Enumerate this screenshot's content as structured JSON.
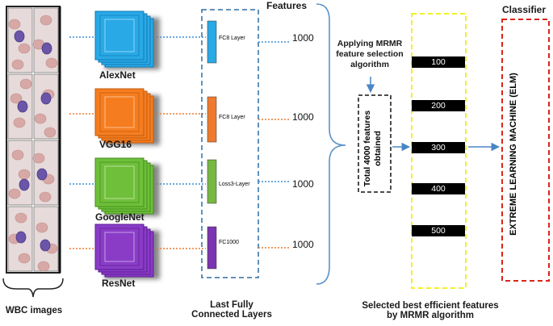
{
  "wbc": {
    "label": "WBC images"
  },
  "networks": [
    {
      "name": "AlexNet",
      "color": "#29a9e6",
      "dark": "#0e7ab8",
      "layer": "FC8 Layer",
      "layer_color": "#29a9e6",
      "count": "1000",
      "line_color": "#3b8fd6"
    },
    {
      "name": "VGG16",
      "color": "#f57d20",
      "dark": "#c25a0c",
      "layer": "FC8 Layer",
      "layer_color": "#ee7a2e",
      "count": "1000",
      "line_color": "#ee7a2e"
    },
    {
      "name": "GoogleNet",
      "color": "#6fbf3b",
      "dark": "#3f8f18",
      "layer": "Loss3-Layer",
      "layer_color": "#76b843",
      "count": "1000",
      "line_color": "#3b8fd6"
    },
    {
      "name": "ResNet",
      "color": "#8a3cc7",
      "dark": "#5a1d93",
      "layer": "FC1000",
      "layer_color": "#7a35b0",
      "count": "1000",
      "line_color": "#ee7a2e"
    }
  ],
  "features_label": "Features",
  "fc_caption": {
    "line1": "Last Fully",
    "line2": "Connected Layers"
  },
  "mrmr": {
    "line1": "Applying MRMR",
    "line2": "feature selection",
    "line3": "algorithm"
  },
  "total_box": "Total 4000 features obtained",
  "selected": {
    "values": [
      "100",
      "200",
      "300",
      "400",
      "500"
    ],
    "caption1": "Selected best efficient features",
    "caption2": "by MRMR algorithm"
  },
  "classifier": {
    "label": "Classifier",
    "text": "EXTREME LEARNING MACHINE (ELM)"
  },
  "colors": {
    "fc_box": "#2e6da4",
    "selected_box": "#f2ef2a",
    "classifier_box": "#d9261c",
    "arrow": "#4a86c5"
  }
}
